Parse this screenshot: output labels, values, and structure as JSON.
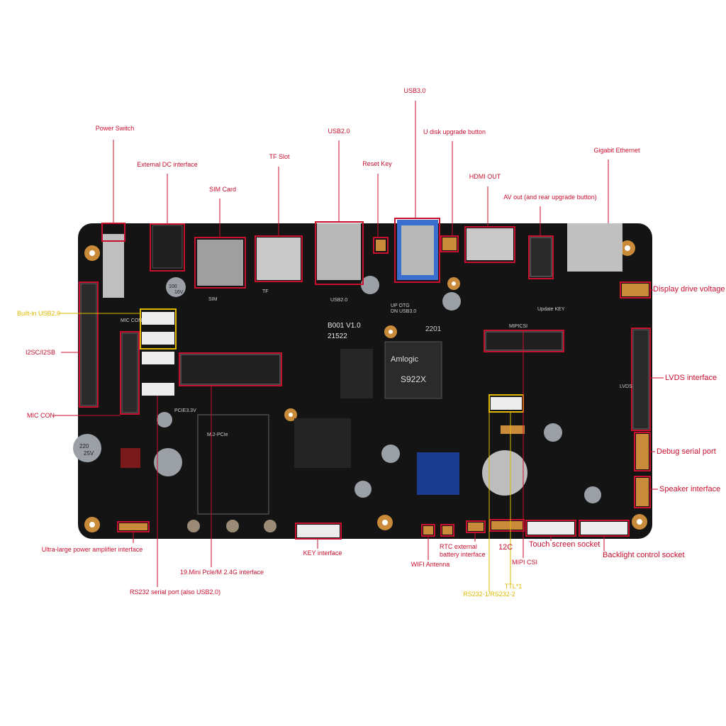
{
  "colors": {
    "callout_red": "#c8102e",
    "callout_yellow": "#e0b800",
    "board": "#141414",
    "copper": "#c98a3a"
  },
  "board_text": {
    "model": "B001 V1.0",
    "code": "21522",
    "year": "2201",
    "brand": "Amlogic",
    "chip": "S922X",
    "usb2": "USB2.0",
    "otg": "UP OTG",
    "usb3": "DN USB3.0",
    "update": "Update KEY",
    "m2": "M.2-PCIe",
    "pcie": "PCIE3.3V",
    "mic": "MIC CON",
    "mipi": "MIPICSI",
    "lvds": "LVDS",
    "sim": "SIM",
    "tf": "TF",
    "cap_100": "100",
    "cap_16v": "16V",
    "cap_220": "220",
    "cap_25v": "25V"
  },
  "callouts": {
    "power_switch": "Power Switch",
    "external_dc": "External DC interface",
    "sim_card": "SIM Card",
    "tf_slot": "TF Slot",
    "usb2": "USB2.0",
    "reset_key": "Reset Key",
    "usb3": "USB3.0",
    "u_disk": "U disk upgrade button",
    "hdmi_out": "HDMI OUT",
    "av_out": "AV out (and rear upgrade button)",
    "gigabit": "Gigabit Ethernet",
    "display_voltage": "Display drive voltage",
    "builtin_usb": "Built-in USB2.0",
    "i2sc": "I2SC/I2SB",
    "lvds": "LVDS interface",
    "mic_con": "MIC CON",
    "debug_serial": "Debug serial port",
    "speaker": "Speaker interface",
    "ultra_amp": "Ultra-large power amplifier interface",
    "key_interface": "KEY interface",
    "rtc": "RTC external battery interface",
    "wifi": "WIFI Antenna",
    "i2c": "12C",
    "touch": "Touch screen socket",
    "backlight": "Backlight control socket",
    "mini_pcie": "19.Mini Pcle/M 2.4G interface",
    "mipi_csi": "MIPI CSI",
    "ttl": "TTL*1",
    "rs232_12": "RS232-1/RS232-2",
    "rs232_usb": "RS232 serial port (also USB2.0)"
  }
}
